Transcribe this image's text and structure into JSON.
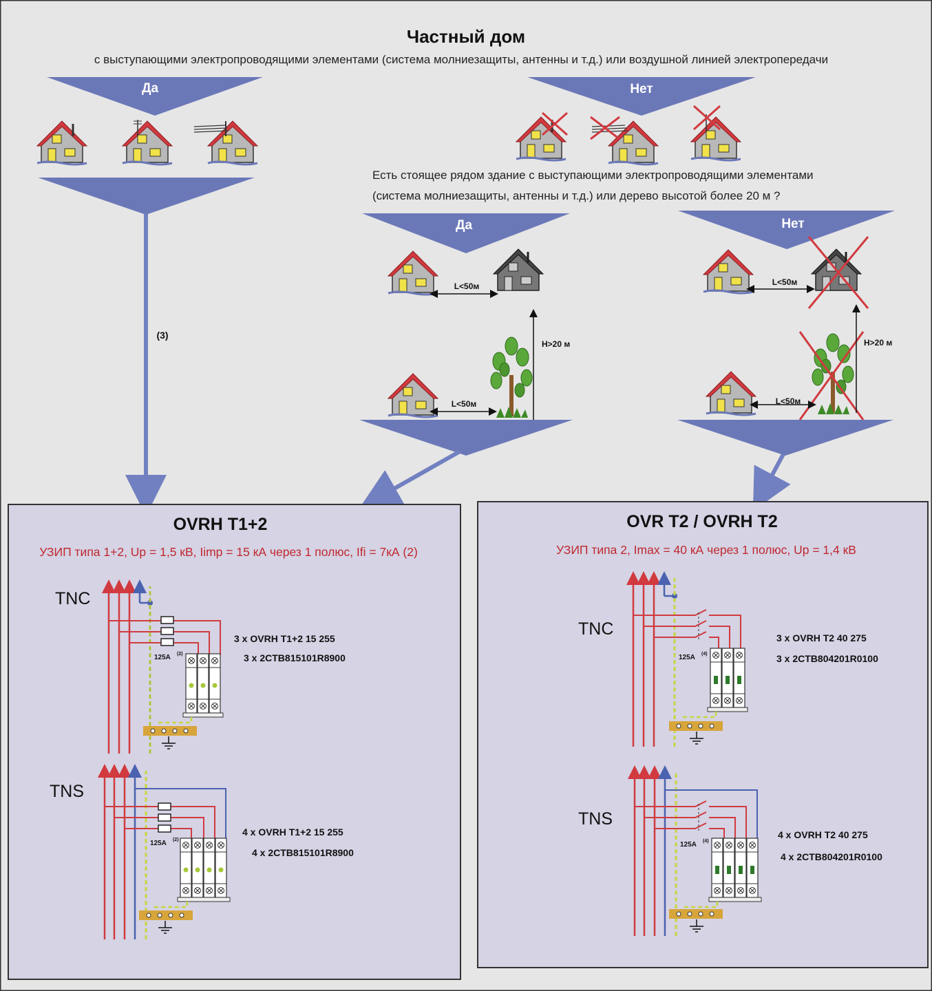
{
  "header": {
    "title": "Частный дом",
    "subtitle": "с выступающими электропроводящими элементами (система молниезащиты, антенны и т.д.) или воздушной линией электропередачи"
  },
  "branches": {
    "yes_label": "Да",
    "no_label": "Нет",
    "note_3": "(3)"
  },
  "question2": {
    "line1": "Есть стоящее рядом здание с выступающими электропроводящими элементами",
    "line2": "(система молниезащиты, антенны и т.д.) или дерево высотой более 20 м ?",
    "yes_label": "Да",
    "no_label": "Нет",
    "dist_label": "L<50м",
    "height_label": "H>20 м"
  },
  "box_left": {
    "title": "OVRH T1+2",
    "subtitle": "УЗИП типа 1+2, Up = 1,5 кВ, Iimp = 15 кА через 1 полюс, Ifi = 7кА (2)",
    "tnc": {
      "label": "TNC",
      "fuse": "125A",
      "fuse_note": "(2)",
      "product": "3 x OVRH T1+2 15 255",
      "code": "3 x 2CTB815101R8900"
    },
    "tns": {
      "label": "TNS",
      "fuse": "125A",
      "fuse_note": "(2)",
      "product": "4 x OVRH T1+2 15 255",
      "code": "4 x 2CTB815101R8900"
    }
  },
  "box_right": {
    "title": "OVR T2 / OVRH T2",
    "subtitle": "УЗИП типа 2, Imax = 40 кА через 1 полюс, Up = 1,4 кВ",
    "tnc": {
      "label": "TNC",
      "fuse": "125A",
      "fuse_note": "(4)",
      "product": "3 x OVRH T2 40 275",
      "code": "3 x 2CTB804201R0100"
    },
    "tns": {
      "label": "TNS",
      "fuse": "125A",
      "fuse_note": "(4)",
      "product": "4 x OVRH T2 40 275",
      "code": "4 x 2CTB804201R0100"
    }
  },
  "colors": {
    "background": "#e6e6e6",
    "triangle": "#6b78b8",
    "arrow": "#7180c0",
    "box_fill": "#d5d3e4",
    "phase": "#d13a3f",
    "neutral": "#4a62b0",
    "pe": "#c9d640",
    "accent_red": "#c0282f",
    "ground_bar": "#d8a53b"
  }
}
